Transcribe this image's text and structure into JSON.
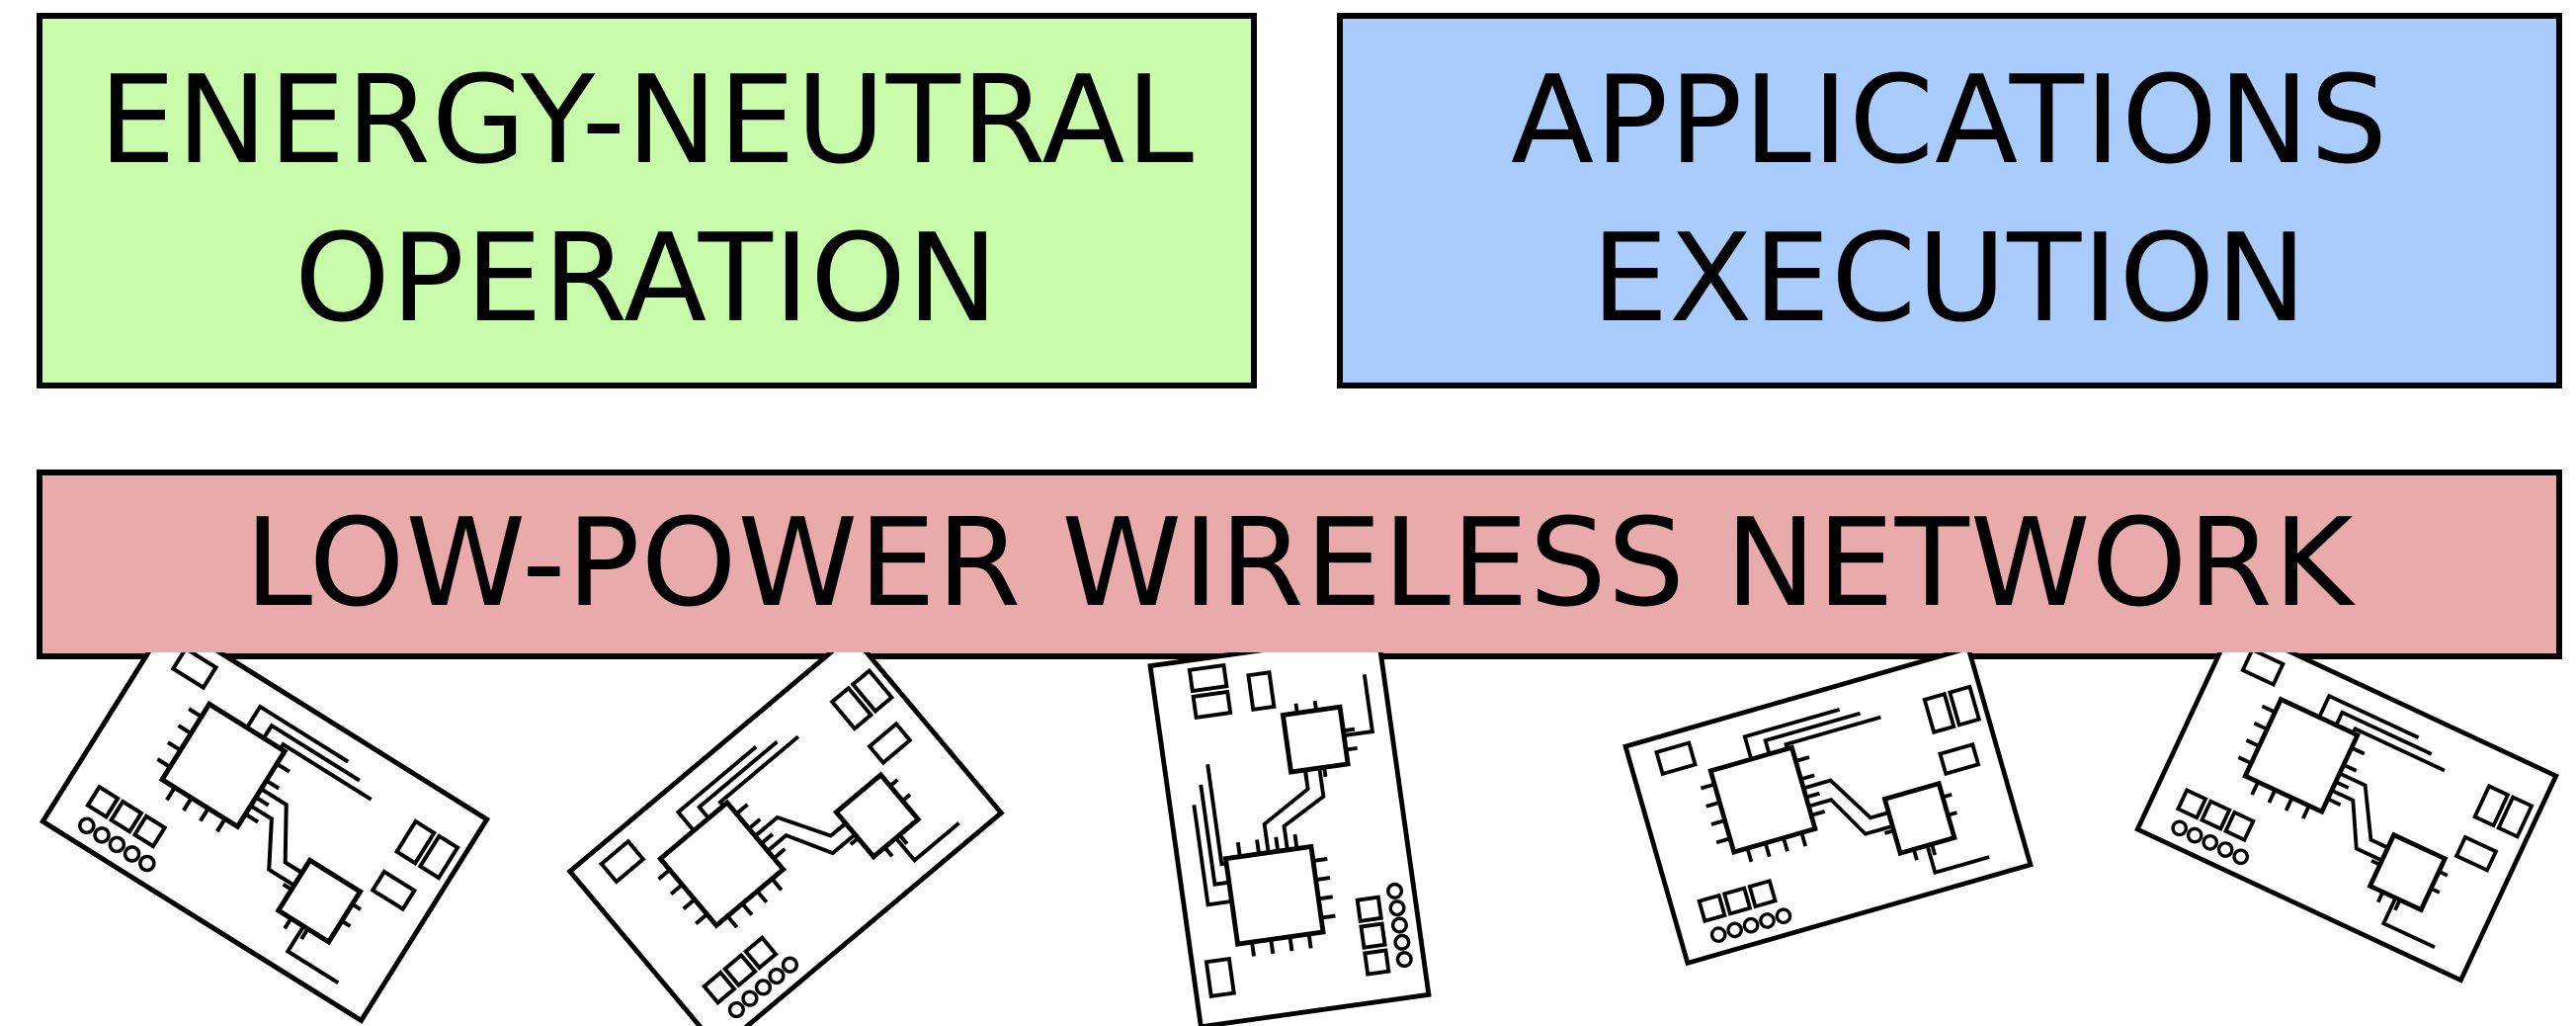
{
  "diagram": {
    "energy_box": {
      "line1": "ENERGY-NEUTRAL",
      "line2": "OPERATION",
      "color": "#c8fcaa"
    },
    "apps_box": {
      "line1": "APPLICATIONS",
      "line2": "EXECUTION",
      "color": "#aaccfc"
    },
    "network_box": {
      "label": "LOW-POWER WIRELESS NETWORK",
      "color": "#e8aaaa"
    },
    "node_count": 5,
    "node_icon": "circuit-board-icon"
  }
}
